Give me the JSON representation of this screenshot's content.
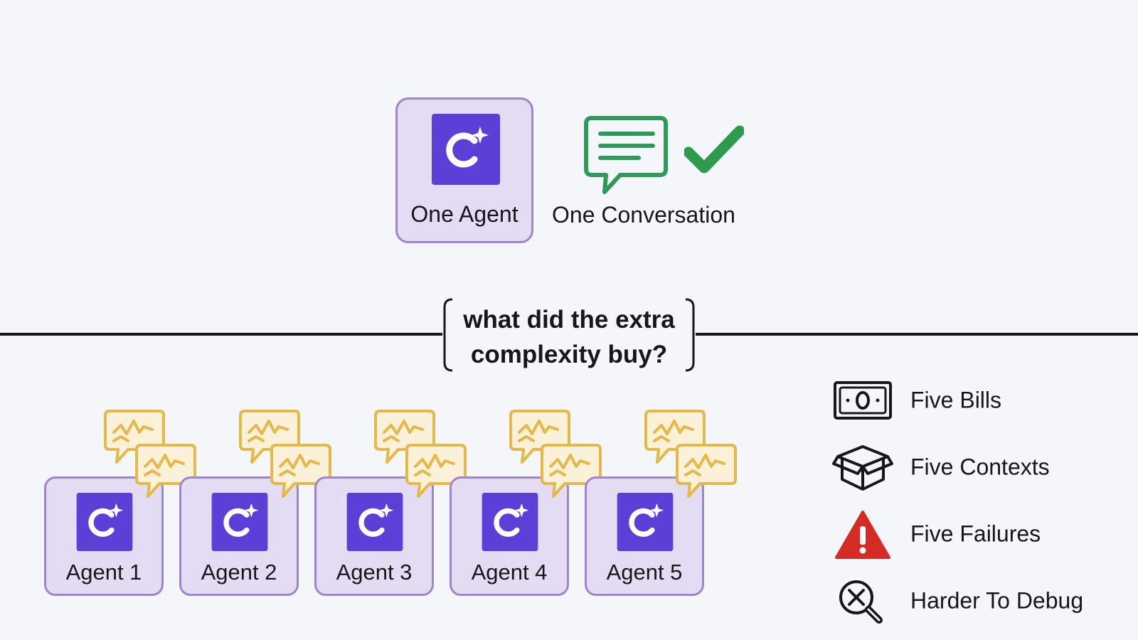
{
  "top": {
    "agent_label": "One Agent",
    "conversation_label": "One Conversation"
  },
  "question": {
    "line1": "what did the extra",
    "line2": "complexity buy?"
  },
  "agents": [
    {
      "label": "Agent 1"
    },
    {
      "label": "Agent 2"
    },
    {
      "label": "Agent 3"
    },
    {
      "label": "Agent 4"
    },
    {
      "label": "Agent 5"
    }
  ],
  "consequences": [
    {
      "icon": "banknote-icon",
      "label": "Five Bills"
    },
    {
      "icon": "box-icon",
      "label": "Five Contexts"
    },
    {
      "icon": "warning-icon",
      "label": "Five Failures"
    },
    {
      "icon": "magnifier-x-icon",
      "label": "Harder To Debug"
    }
  ],
  "colors": {
    "agent_card_fill": "#e3dcf3",
    "agent_card_border": "#9c86cc",
    "logo_purple": "#5b3fd6",
    "chat_green": "#2e9a5a",
    "check_green": "#2e9a4e",
    "bubble_gold": "#e5b84a",
    "bubble_fill": "#fbf1d8",
    "warning_red": "#d42b26"
  }
}
